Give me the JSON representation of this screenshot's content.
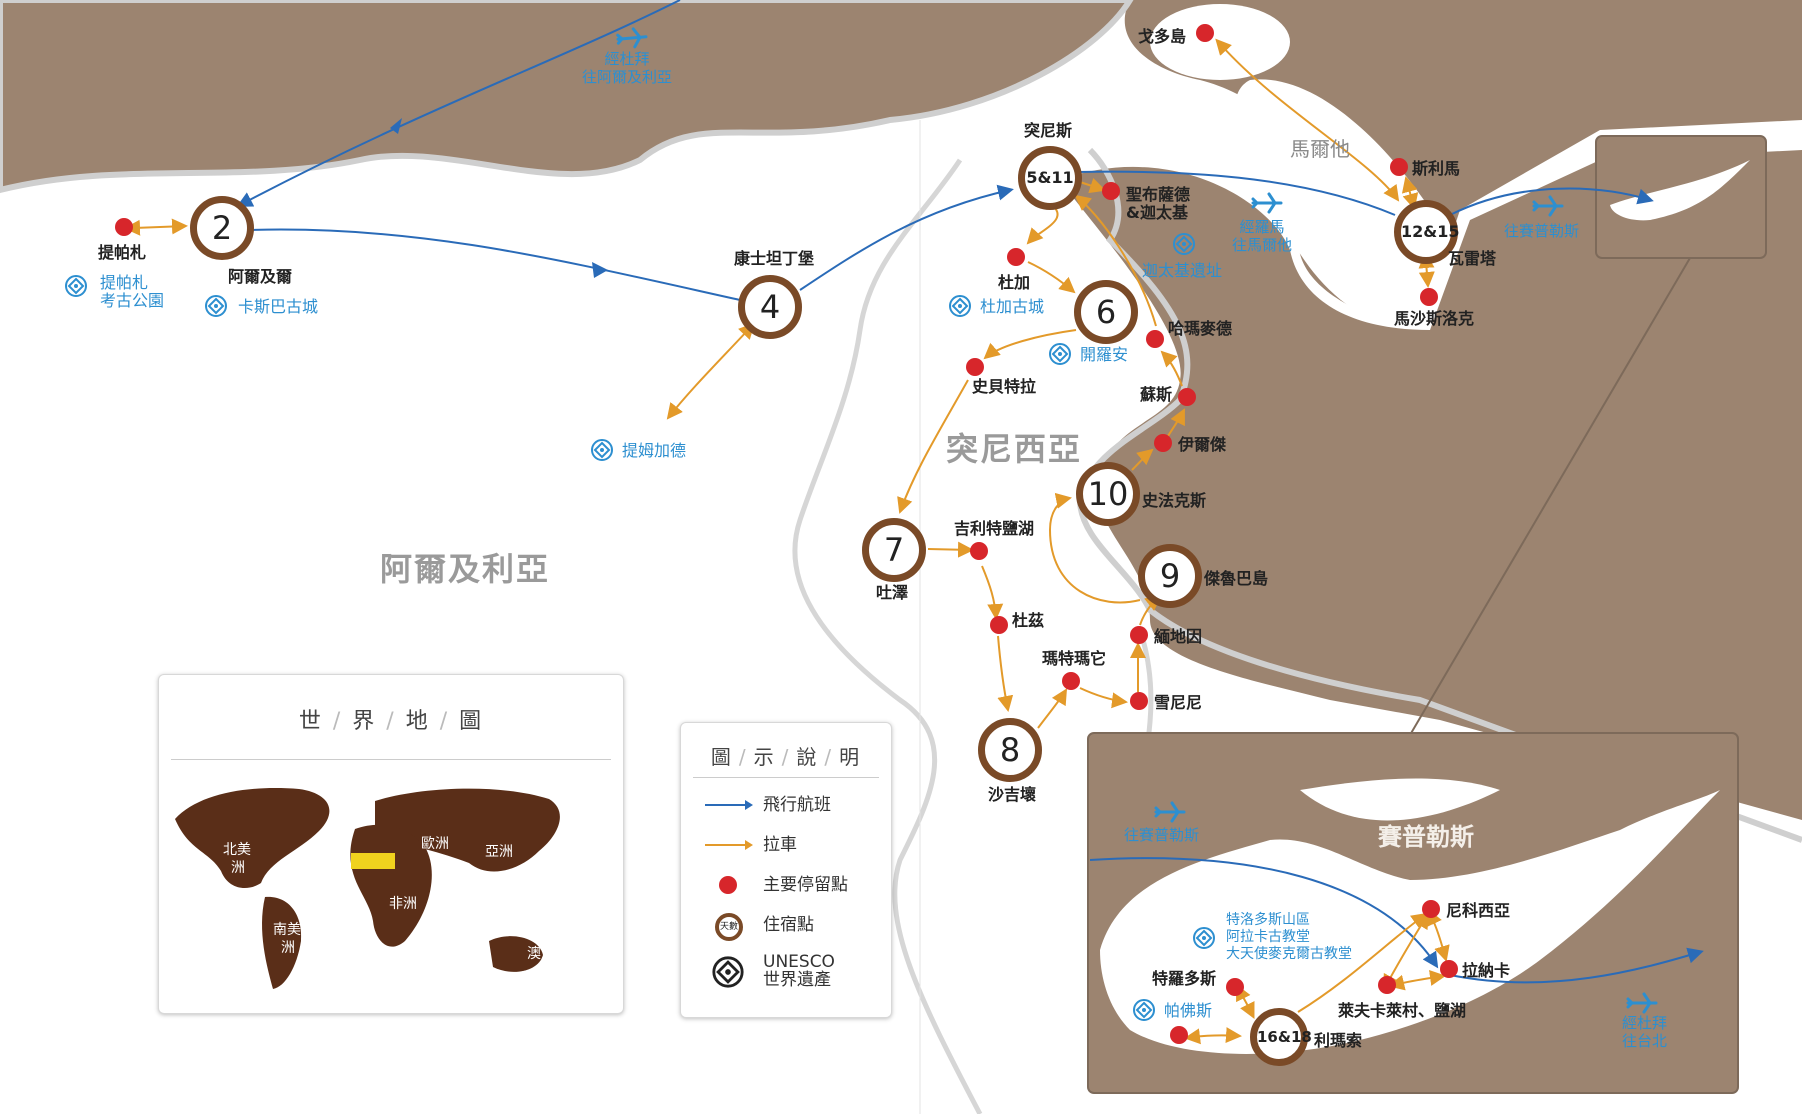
{
  "colors": {
    "land": "#9c8470",
    "sea": "#ffffff",
    "outline": "#cfcfcf",
    "flight": "#2a6bb8",
    "coach": "#e39a2a",
    "stop": "#d7262b",
    "stay_ring": "#7a4a27",
    "unesco": "#2d8fd0"
  },
  "countries": {
    "algeria": "阿爾及利亞",
    "tunisia": "突尼西亞",
    "malta": "馬爾他",
    "cyprus": "賽普勒斯"
  },
  "flights": {
    "via_dubai_to_algeria": [
      "經杜拜",
      "往阿爾及利亞"
    ],
    "via_rome_to_malta": [
      "經羅馬",
      "往馬爾他"
    ],
    "to_cyprus_top": "往賽普勒斯",
    "to_cyprus_inset": "往賽普勒斯",
    "via_dubai_to_taipei": [
      "經杜拜",
      "往台北"
    ]
  },
  "stays": [
    {
      "id": "2",
      "name": "阿爾及爾"
    },
    {
      "id": "4",
      "name": "康士坦丁堡"
    },
    {
      "id": "5&11",
      "name": "突尼斯"
    },
    {
      "id": "6",
      "name": ""
    },
    {
      "id": "7",
      "name": "吐澤"
    },
    {
      "id": "8",
      "name": "沙吉壞"
    },
    {
      "id": "9",
      "name": "傑魯巴島"
    },
    {
      "id": "10",
      "name": "史法克斯"
    },
    {
      "id": "12&15",
      "name": "瓦雷塔"
    },
    {
      "id": "16&18",
      "name": "利瑪索"
    }
  ],
  "stops": {
    "tipasa": "提帕札",
    "sidi_bou_said": [
      "聖布薩德",
      "&迦太基"
    ],
    "dougga": "杜加",
    "hammamet": "哈瑪麥德",
    "sbeitla": "史貝特拉",
    "sousse": "蘇斯",
    "el_jem": "伊爾傑",
    "chott_el_jerid": "吉利特鹽湖",
    "douz": "杜茲",
    "matmata": "瑪特瑪它",
    "medenine": "緬地因",
    "chenini": "雪尼尼",
    "gozo": "戈多島",
    "sliema": "斯利馬",
    "marsaxlokk": "馬沙斯洛克",
    "nicosia": "尼科西亞",
    "larnaca": "拉納卡",
    "troodos": "特羅多斯",
    "lefkara_saltlake": "萊夫卡萊村、鹽湖"
  },
  "unesco_sites": {
    "tipasa": [
      "提帕札",
      "考古公園"
    ],
    "casbah": "卡斯巴古城",
    "timgad": "提姆加德",
    "carthage": "迦太基遺址",
    "dougga": "杜加古城",
    "kairouan": "開羅安",
    "paphos": "帕佛斯",
    "troodos": [
      "特洛多斯山區",
      "阿拉卡古教堂",
      "大天使麥克爾古教堂"
    ]
  },
  "world_map": {
    "title": [
      "世",
      "界",
      "地",
      "圖"
    ],
    "continents": {
      "north_america": [
        "北美",
        "洲"
      ],
      "south_america": [
        "南美",
        "洲"
      ],
      "europe": "歐洲",
      "asia": "亞洲",
      "africa": "非洲",
      "oceania": "澳洲"
    }
  },
  "legend": {
    "title": [
      "圖",
      "示",
      "說",
      "明"
    ],
    "flight": "飛行航班",
    "coach": "拉車",
    "stop": "主要停留點",
    "stay": "住宿點",
    "stay_badge": "天數",
    "unesco": [
      "UNESCO",
      "世界遺產"
    ]
  }
}
